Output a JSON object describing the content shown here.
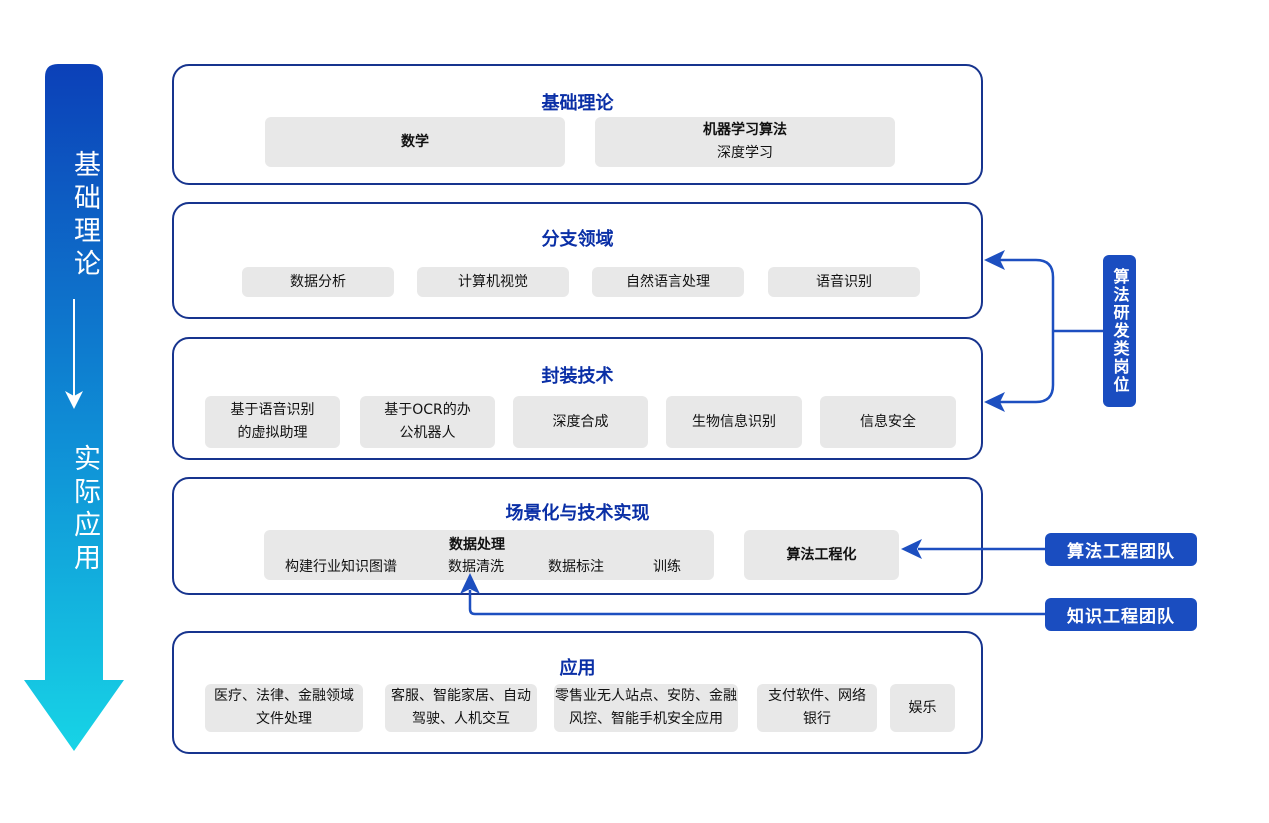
{
  "left_flow": {
    "top_label": "基础理论",
    "bottom_label": "实际应用"
  },
  "sections": [
    {
      "title": "基础理论",
      "items": [
        {
          "lines": [
            "数学"
          ]
        },
        {
          "lines": [
            "机器学习算法",
            "深度学习"
          ]
        }
      ]
    },
    {
      "title": "分支领域",
      "items": [
        {
          "lines": [
            "数据分析"
          ]
        },
        {
          "lines": [
            "计算机视觉"
          ]
        },
        {
          "lines": [
            "自然语言处理"
          ]
        },
        {
          "lines": [
            "语音识别"
          ]
        }
      ]
    },
    {
      "title": "封装技术",
      "items": [
        {
          "lines": [
            "基于语音识别",
            "的虚拟助理"
          ]
        },
        {
          "lines": [
            "基于OCR的办",
            "公机器人"
          ]
        },
        {
          "lines": [
            "深度合成"
          ]
        },
        {
          "lines": [
            "生物信息识别"
          ]
        },
        {
          "lines": [
            "信息安全"
          ]
        }
      ]
    },
    {
      "title": "场景化与技术实现",
      "data_processing": {
        "header": "数据处理",
        "steps": [
          "构建行业知识图谱",
          "数据清洗",
          "数据标注",
          "训练"
        ]
      },
      "engineering_label": "算法工程化"
    },
    {
      "title": "应用",
      "items": [
        {
          "lines": [
            "医疗、法律、金融领域",
            "文件处理"
          ]
        },
        {
          "lines": [
            "客服、智能家居、自动",
            "驾驶、人机交互"
          ]
        },
        {
          "lines": [
            "零售业无人站点、安防、金融",
            "风控、智能手机安全应用"
          ]
        },
        {
          "lines": [
            "支付软件、网络",
            "银行"
          ]
        },
        {
          "lines": [
            "娱乐"
          ]
        }
      ]
    }
  ],
  "right_panel": {
    "role_label": "算法研发类岗位",
    "team_algorithm": "算法工程团队",
    "team_knowledge": "知识工程团队"
  },
  "colors": {
    "container_border": "#17348e",
    "section_title_blue": "#0a2fa6",
    "connector_blue": "#1d4fc0",
    "solid_box_blue": "#1a4dc0",
    "item_gray": "#e8e8e8",
    "gradient_top": "#0c40b8",
    "gradient_bottom": "#17d4e6"
  }
}
